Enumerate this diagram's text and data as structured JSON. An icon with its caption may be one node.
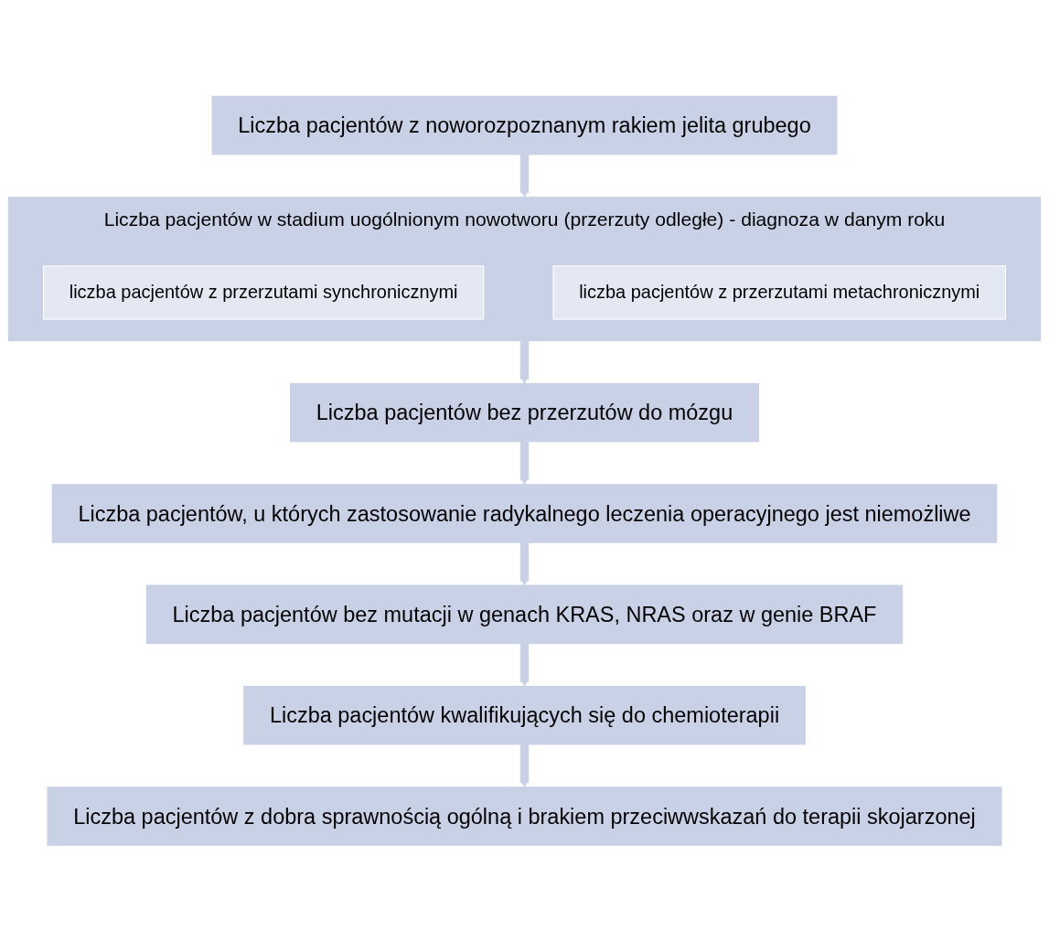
{
  "diagram": {
    "nodes": [
      {
        "text": [
          "Liczba pacjentów z noworozpoznanym rakiem jelita grubego"
        ]
      },
      {
        "text": [
          "Liczba pacjentów w stadium uogólnionym nowotworu (przerzuty odległe) - diagnoza w danym roku"
        ]
      },
      {
        "text": [
          "liczba pacjentów z przerzutami synchronicznymi"
        ],
        "in": 1
      },
      {
        "text": [
          "liczba pacjentów z przerzutami metachronicznymi"
        ],
        "in": 1
      },
      {
        "text": [
          "Liczba pacjentów bez przerzutów do mózgu"
        ]
      },
      {
        "text": [
          "Liczba pacjentów, u których zastosowanie radykalnego leczenia operacyjnego jest niemożliwe"
        ]
      },
      {
        "text": [
          "Liczba pacjentów bez mutacji w genach KRAS, NRAS oraz w genie BRAF"
        ]
      },
      {
        "text": [
          "Liczba pacjentów kwalifikujących się do chemioterapii"
        ]
      },
      {
        "text": [
          "Liczba pacjentów z dobra sprawnością ogólną i brakiem przeciwwskazań do terapii skojarzonej"
        ]
      }
    ],
    "edges": [
      {
        "from": 0,
        "to": 1,
        "arrow": "to"
      },
      {
        "from": 1,
        "to": 4,
        "arrow": "to"
      },
      {
        "from": 4,
        "to": 5,
        "arrow": "to"
      },
      {
        "from": 5,
        "to": 6,
        "arrow": "to"
      },
      {
        "from": 6,
        "to": 7,
        "arrow": "to"
      },
      {
        "from": 7,
        "to": 8,
        "arrow": "to"
      }
    ]
  }
}
